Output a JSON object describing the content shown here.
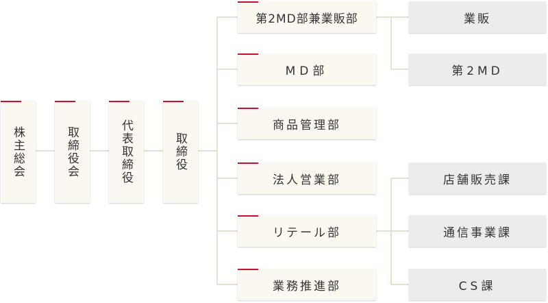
{
  "colors": {
    "accent": "#c8102e",
    "box": "#fbf8f1",
    "sub_box": "#ececec",
    "line": "#dcd7c4"
  },
  "executive": {
    "shareholders": "株主総会",
    "board": "取締役会",
    "representative": "代表取締役",
    "director": "取締役"
  },
  "departments": [
    {
      "label": "第2MD部兼業販部"
    },
    {
      "label": "MD部"
    },
    {
      "label": "商品管理部"
    },
    {
      "label": "法人営業部"
    },
    {
      "label": "リテール部"
    },
    {
      "label": "業務推進部"
    }
  ],
  "sections": {
    "md2_sales": [
      "業販",
      "第2MD"
    ],
    "retail": [
      "店舗販売課",
      "通信事業課",
      "CS課"
    ]
  }
}
